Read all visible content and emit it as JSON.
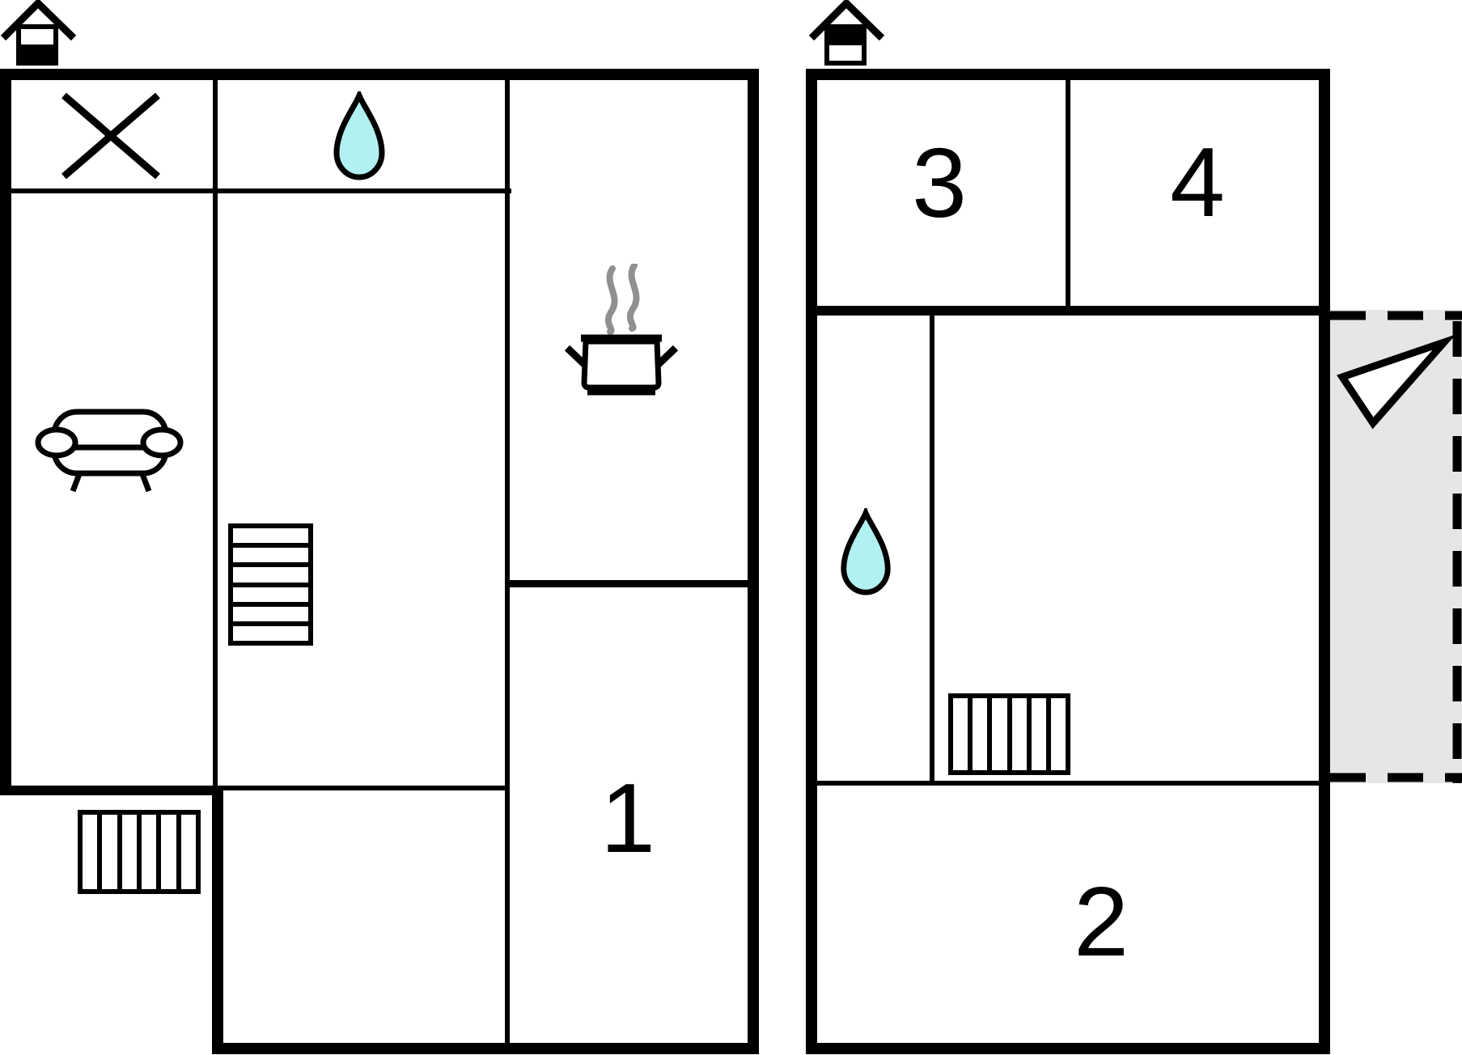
{
  "title": "holiday-home-floor-plan",
  "colors": {
    "wall": "#000000",
    "background": "#ffffff",
    "water_drop": "#b2f1f1",
    "terrace_fill": "#e6e6e6",
    "steam": "#909090",
    "arrow_fill": "#ffffff"
  },
  "ground_floor": {
    "indicator_icon": "house-ground-floor",
    "rooms": {
      "room1": {
        "label": "1"
      }
    },
    "features": [
      "cross-marker",
      "water-drop",
      "cooking-pot",
      "sofa",
      "staircase",
      "entrance-steps"
    ]
  },
  "upper_floor": {
    "indicator_icon": "house-upper-floor",
    "rooms": {
      "room2": {
        "label": "2"
      },
      "room3": {
        "label": "3"
      },
      "room4": {
        "label": "4"
      }
    },
    "features": [
      "water-drop",
      "staircase",
      "terrace",
      "direction-arrow"
    ]
  }
}
